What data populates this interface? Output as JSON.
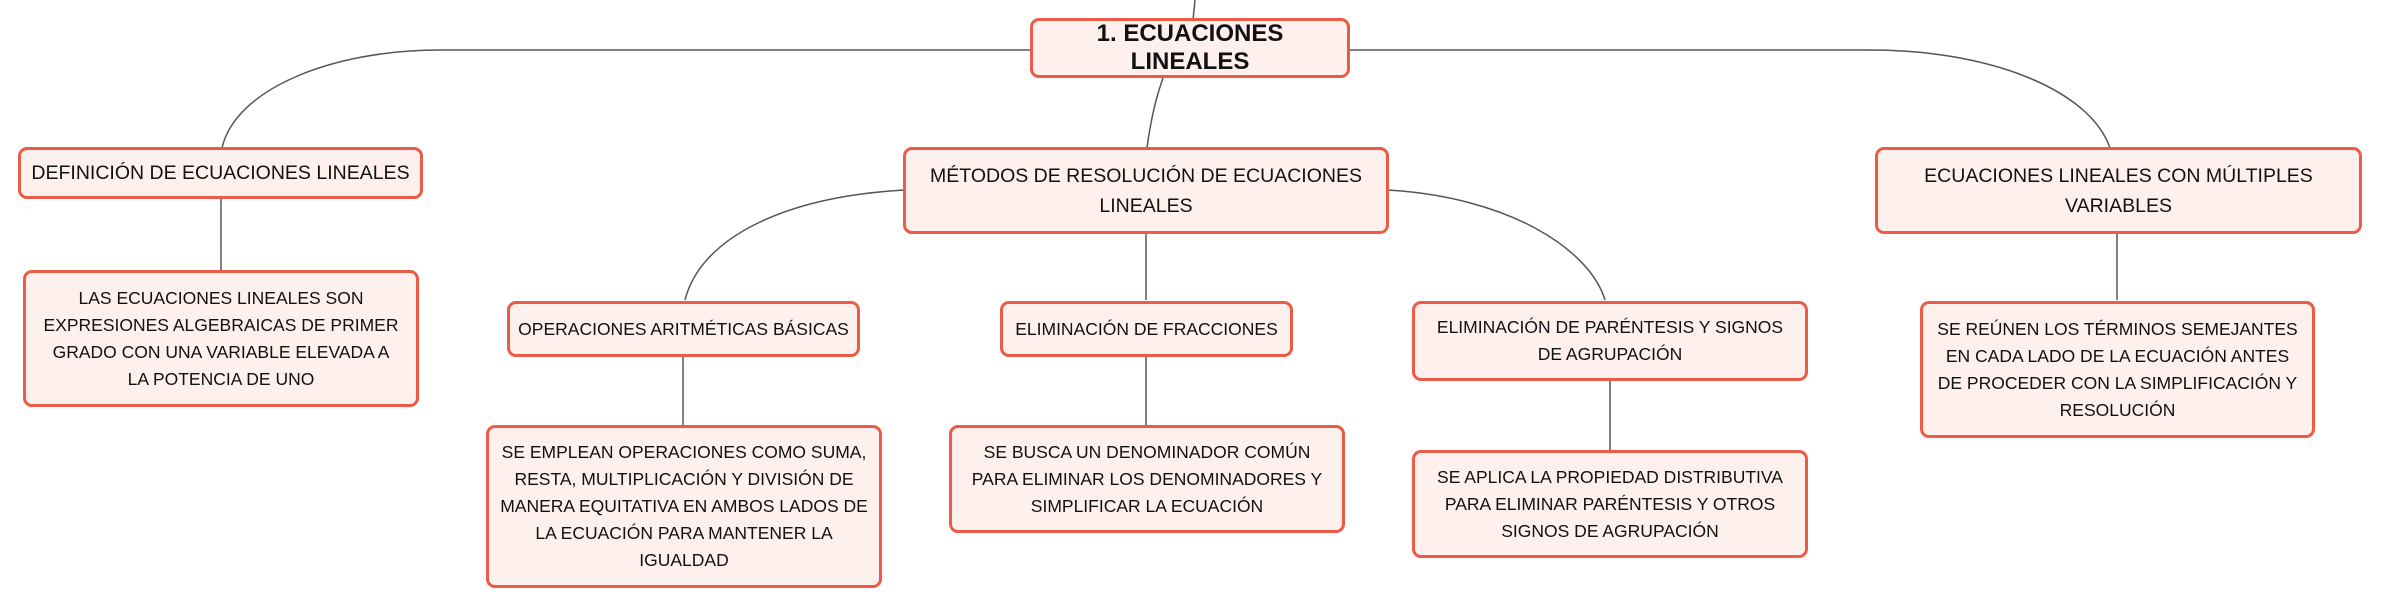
{
  "diagram": {
    "type": "mind-map",
    "colors": {
      "node_fill": "#fdf0ed",
      "node_border": "#ec5b46",
      "connector": "#555555",
      "text": "#111111"
    },
    "root": {
      "label": "1. ECUACIONES LINEALES"
    },
    "nodes": {
      "definicion": {
        "label": "DEFINICIÓN DE ECUACIONES LINEALES"
      },
      "definicion_detalle": {
        "label": "LAS ECUACIONES LINEALES SON EXPRESIONES ALGEBRAICAS DE PRIMER GRADO CON UNA VARIABLE ELEVADA A LA POTENCIA DE UNO"
      },
      "metodos": {
        "label": "MÉTODOS DE RESOLUCIÓN DE ECUACIONES LINEALES"
      },
      "operaciones": {
        "label": "OPERACIONES ARITMÉTICAS BÁSICAS"
      },
      "operaciones_detalle": {
        "label": "SE EMPLEAN OPERACIONES COMO SUMA, RESTA, MULTIPLICACIÓN Y DIVISIÓN DE MANERA EQUITATIVA EN AMBOS LADOS DE LA ECUACIÓN PARA MANTENER LA IGUALDAD"
      },
      "fracciones": {
        "label": "ELIMINACIÓN DE FRACCIONES"
      },
      "fracciones_detalle": {
        "label": "SE BUSCA UN DENOMINADOR COMÚN PARA ELIMINAR LOS DENOMINADORES Y SIMPLIFICAR LA ECUACIÓN"
      },
      "parentesis": {
        "label": "ELIMINACIÓN DE PARÉNTESIS Y SIGNOS DE AGRUPACIÓN"
      },
      "parentesis_detalle": {
        "label": "SE APLICA LA PROPIEDAD DISTRIBUTIVA PARA ELIMINAR PARÉNTESIS Y OTROS SIGNOS DE AGRUPACIÓN"
      },
      "multiples": {
        "label": "ECUACIONES LINEALES CON MÚLTIPLES VARIABLES"
      },
      "multiples_detalle": {
        "label": "SE REÚNEN LOS TÉRMINOS SEMEJANTES EN CADA LADO DE LA ECUACIÓN ANTES DE PROCEDER CON LA SIMPLIFICACIÓN Y RESOLUCIÓN"
      }
    }
  }
}
